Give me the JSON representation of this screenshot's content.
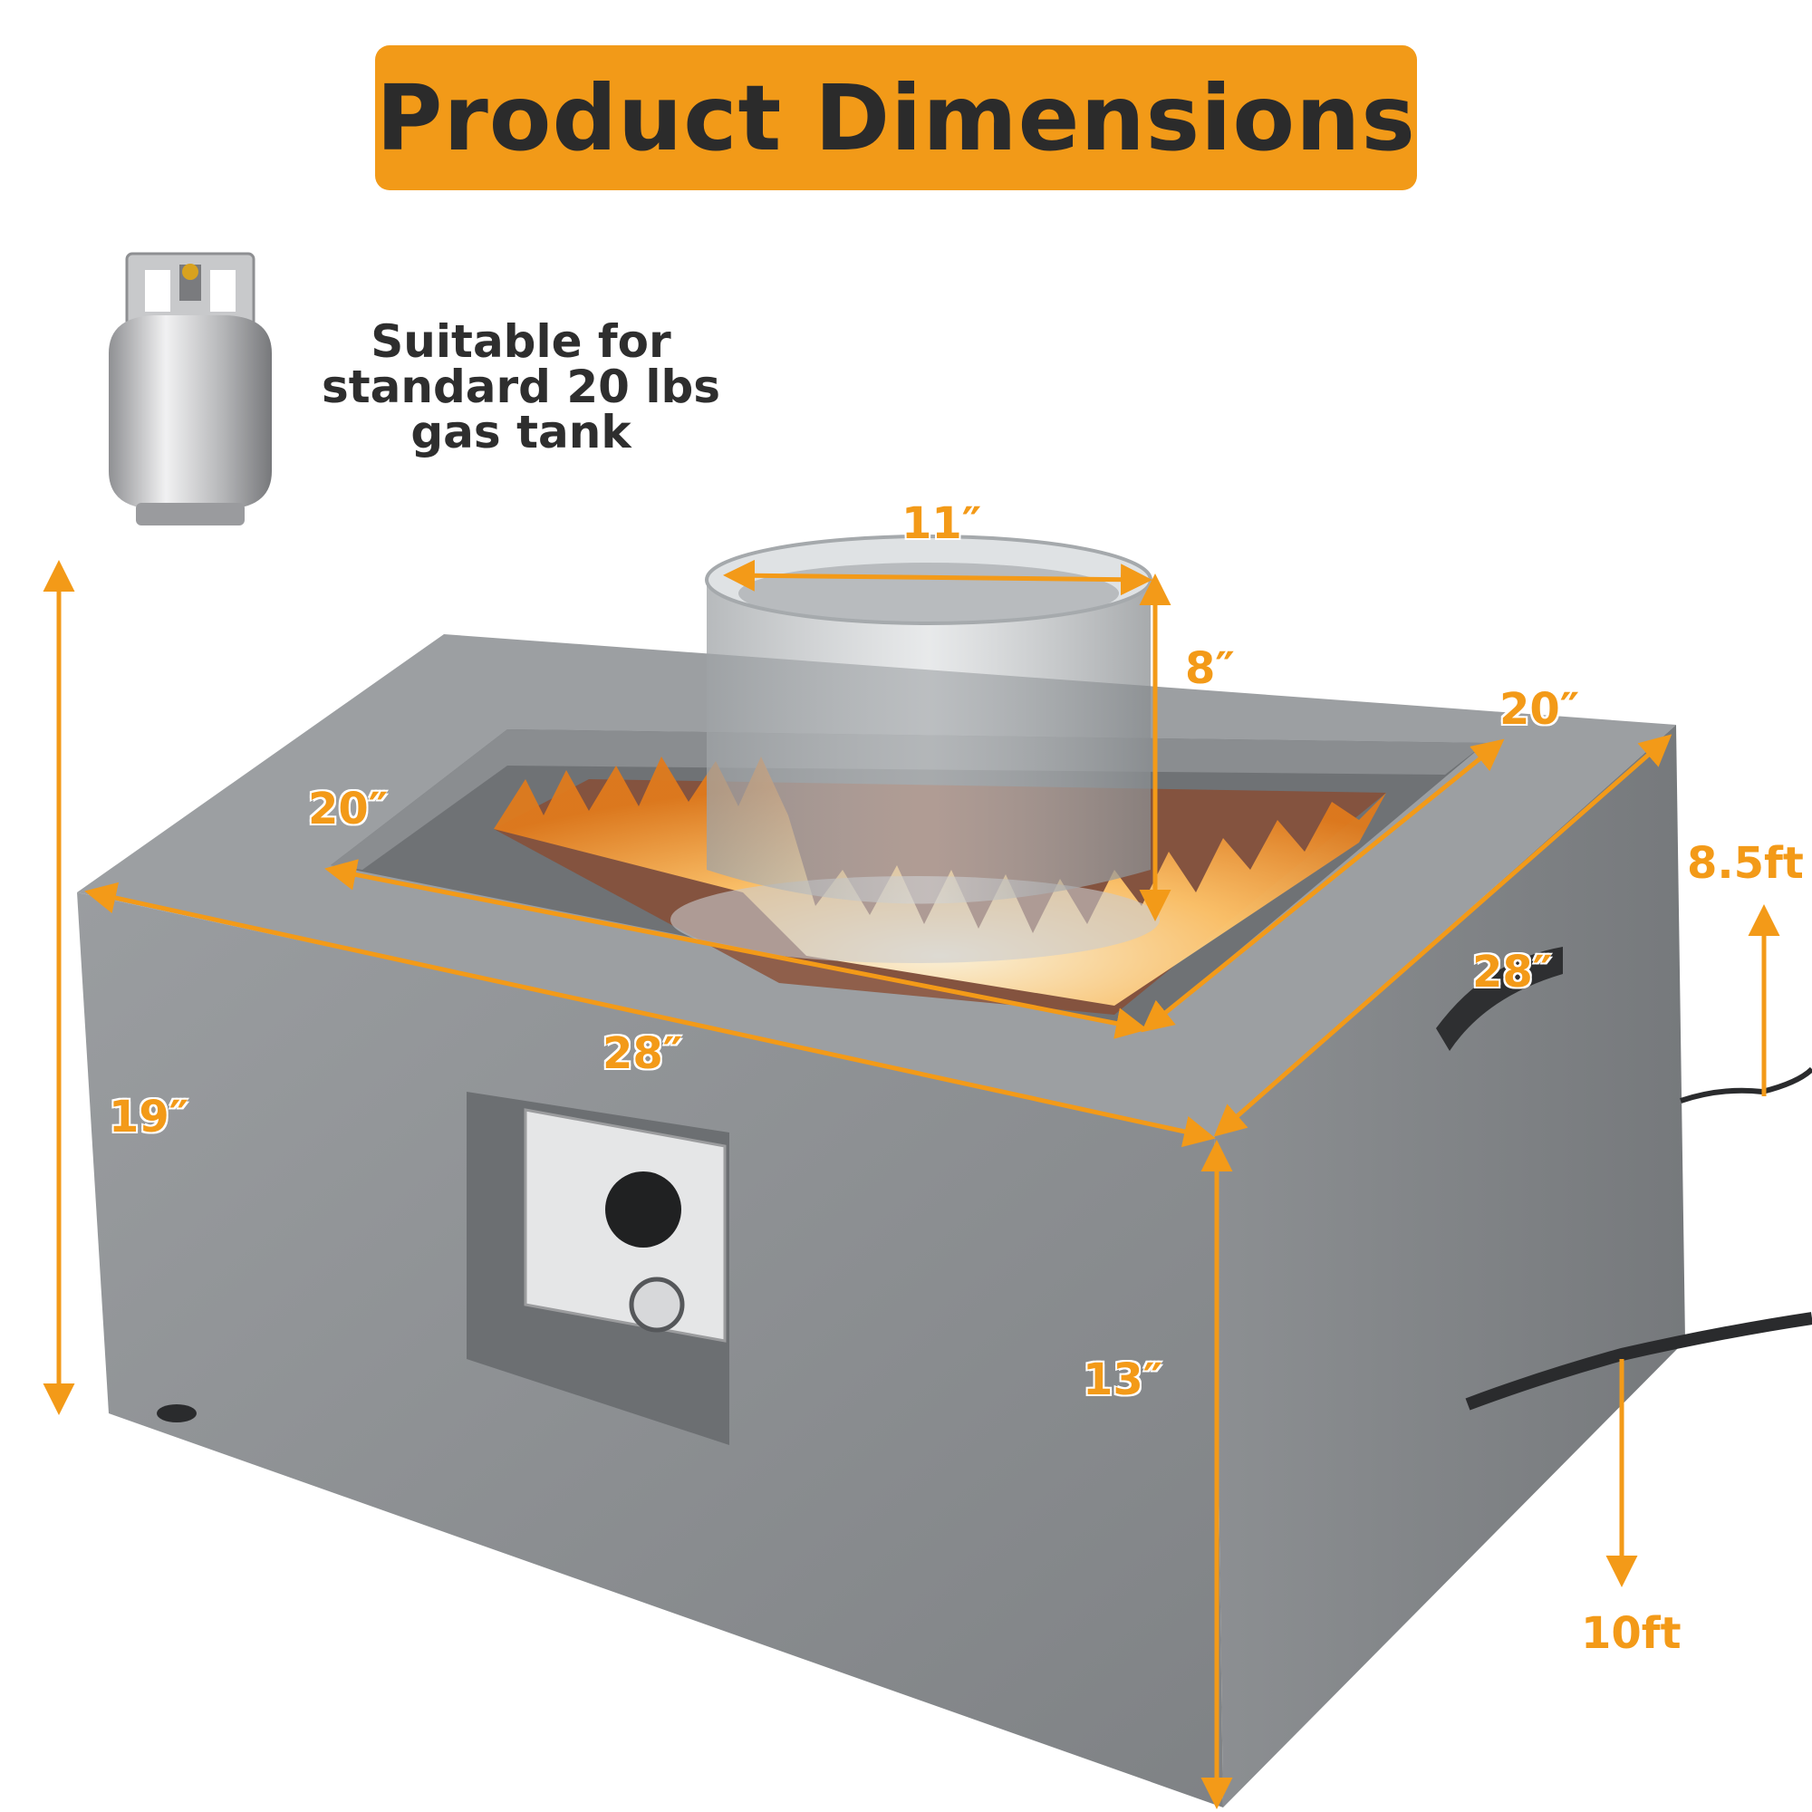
{
  "title": "Product Dimensions",
  "tank_note": {
    "line1": "Suitable for",
    "line2": "standard 20 lbs",
    "line3": "gas tank"
  },
  "dimensions": {
    "glass_diameter": "11″",
    "glass_height": "8″",
    "burner_width": "20″",
    "burner_depth": "20″",
    "top_width": "28″",
    "top_depth": "28″",
    "total_height": "19″",
    "body_height": "13″",
    "hose_length": "10ft",
    "cord_length": "8.5ft"
  },
  "colors": {
    "accent": "#f29a18",
    "title_text": "#2b2b2b",
    "body_gray": "#8a8d90"
  }
}
